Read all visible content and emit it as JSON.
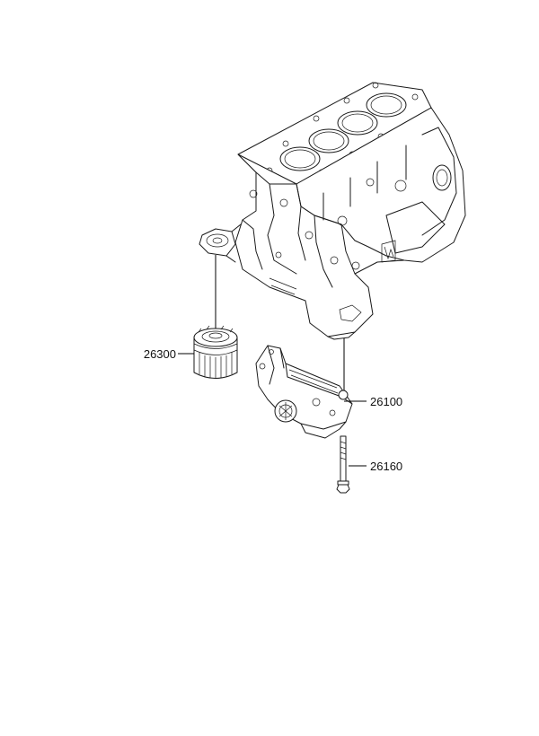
{
  "parts": [
    {
      "id": "oil-filter",
      "number": "26300"
    },
    {
      "id": "oil-pump",
      "number": "26100"
    },
    {
      "id": "bolt",
      "number": "26160"
    }
  ]
}
